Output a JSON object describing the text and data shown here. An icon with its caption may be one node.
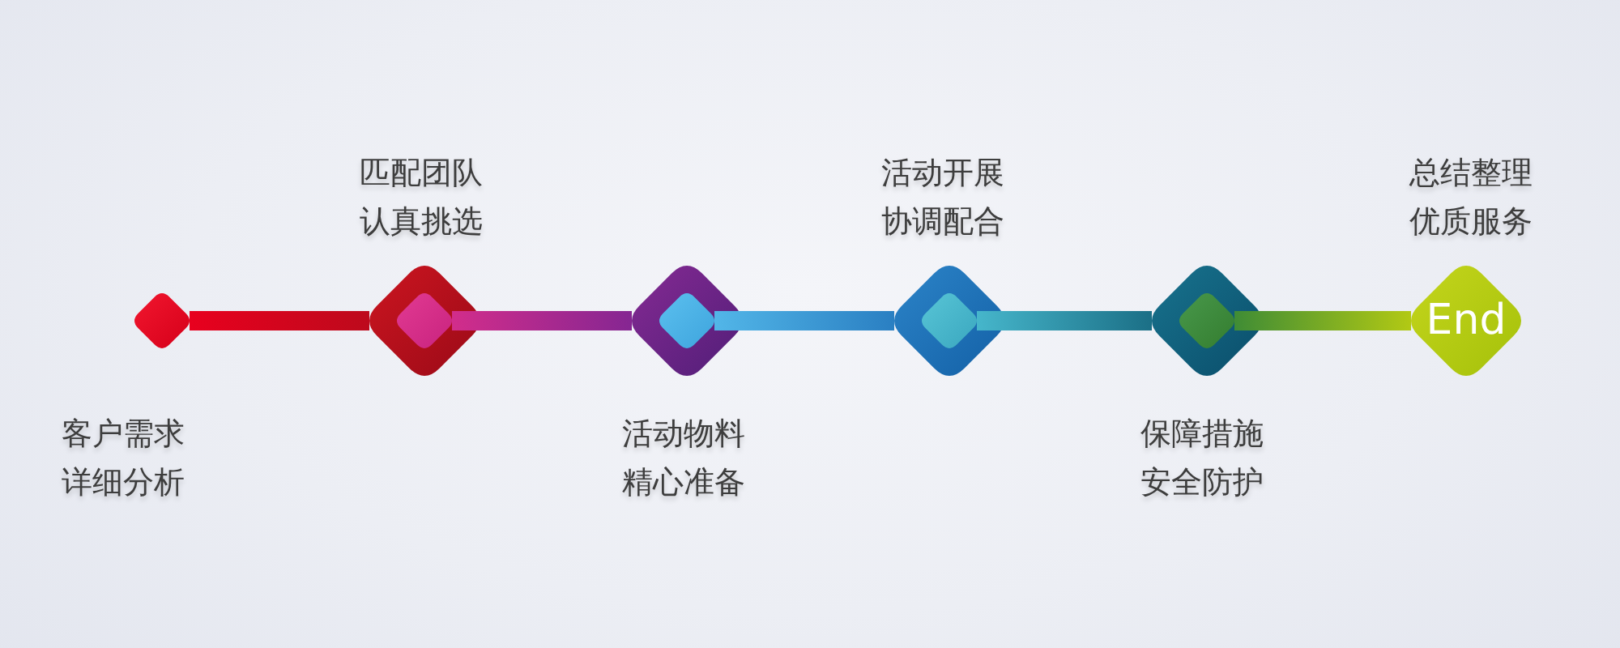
{
  "diagram": {
    "nodes": [
      {
        "text": [],
        "shape": "diamond",
        "beside": [
          "客户需求",
          "详细分析"
        ]
      },
      {
        "text": [],
        "shape": "diamond",
        "beside": [
          "匹配团队",
          "认真挑选"
        ]
      },
      {
        "text": [],
        "shape": "diamond",
        "in": 1
      },
      {
        "text": [],
        "shape": "diamond",
        "beside": [
          "活动物料",
          "精心准备"
        ]
      },
      {
        "text": [],
        "shape": "diamond",
        "in": 3
      },
      {
        "text": [],
        "shape": "diamond",
        "beside": [
          "活动开展",
          "协调配合"
        ]
      },
      {
        "text": [],
        "shape": "diamond",
        "in": 5
      },
      {
        "text": [],
        "shape": "diamond",
        "beside": [
          "保障措施",
          "安全防护"
        ]
      },
      {
        "text": [],
        "shape": "diamond",
        "in": 7
      },
      {
        "text": [
          "End"
        ],
        "beside": [
          "总结整理",
          "优质服务"
        ]
      }
    ],
    "edges": [
      {
        "from": 0,
        "to": 1,
        "arrow": "none"
      },
      {
        "from": 2,
        "to": 3,
        "arrow": "none"
      },
      {
        "from": 4,
        "to": 5,
        "arrow": "none"
      },
      {
        "from": 6,
        "to": 7,
        "arrow": "none"
      },
      {
        "from": 8,
        "to": 9,
        "arrow": "none"
      }
    ]
  }
}
